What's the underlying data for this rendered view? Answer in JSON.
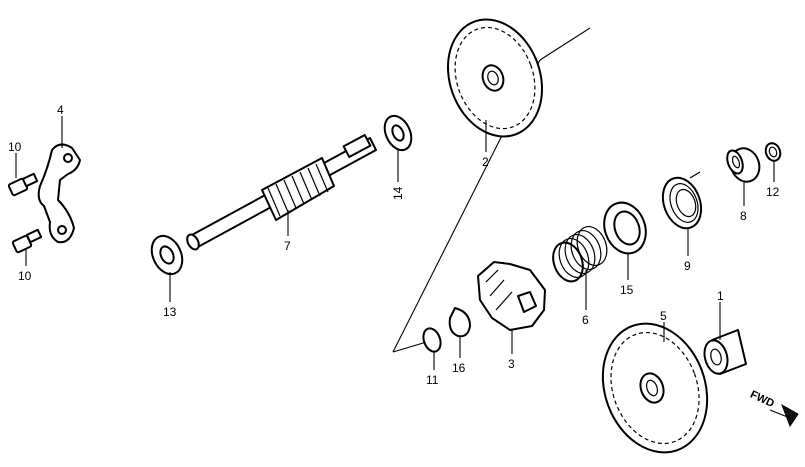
{
  "diagram": {
    "callouts": [
      {
        "id": "bolt-upper",
        "text": "10"
      },
      {
        "id": "bolt-lower",
        "text": "10"
      },
      {
        "id": "bracket",
        "text": "4"
      },
      {
        "id": "washer-left",
        "text": "13"
      },
      {
        "id": "shaft",
        "text": "7"
      },
      {
        "id": "washer-shaft-end",
        "text": "14"
      },
      {
        "id": "gear-top",
        "text": "2"
      },
      {
        "id": "snap-ring-small",
        "text": "11"
      },
      {
        "id": "circlip",
        "text": "16"
      },
      {
        "id": "ratchet",
        "text": "3"
      },
      {
        "id": "spring-coil",
        "text": "6"
      },
      {
        "id": "washer-mid",
        "text": "15"
      },
      {
        "id": "spring-torsion",
        "text": "9"
      },
      {
        "id": "collar",
        "text": "8"
      },
      {
        "id": "ring-small",
        "text": "12"
      },
      {
        "id": "gear-bottom",
        "text": "5"
      },
      {
        "id": "bushing",
        "text": "1"
      }
    ],
    "direction_label": "FWD"
  }
}
